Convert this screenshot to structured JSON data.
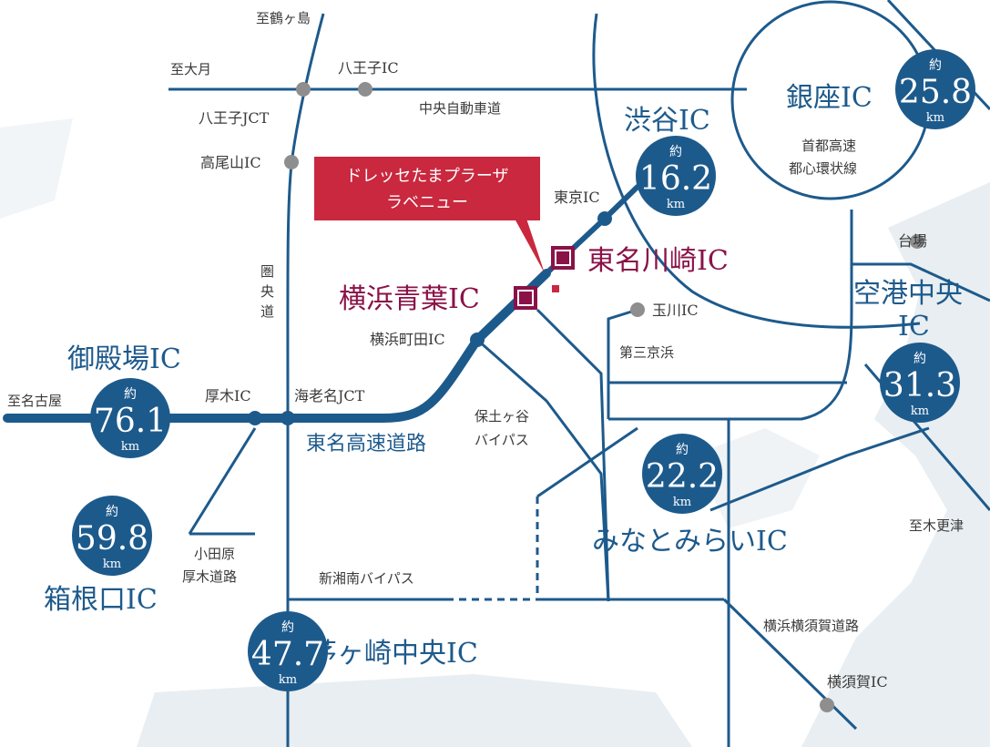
{
  "colors": {
    "road": "#1d5a8c",
    "major_road": "#1d5a8c",
    "interchange": "#8e8e8e",
    "sea": "#e8eef1",
    "label_blue": "#1d5a8c",
    "label_red": "#8a1248",
    "callout_bg": "#c9283f",
    "badge_bg": "#1d5a8c"
  },
  "callout": {
    "line1": "ドレッセたまプラーザ",
    "line2": "ラベニュー"
  },
  "ic_labels": {
    "tsurugashima": "至鶴ヶ島",
    "ootsuki": "至大月",
    "hachioji_ic": "八王子IC",
    "hachioji_jct": "八王子JCT",
    "chuo_expwy": "中央自動車道",
    "takaosan_ic": "高尾山IC",
    "ken_o_line1": "圏",
    "ken_o_line2": "央",
    "ken_o_line3": "道",
    "tokyo_ic": "東京IC",
    "tamagawa_ic": "玉川IC",
    "daisan_keihin": "第三京浜",
    "yokohamamachida_ic": "横浜町田IC",
    "atsugi_ic": "厚木IC",
    "ebina_jct": "海老名JCT",
    "nagoya": "至名古屋",
    "tomei_expwy": "東名高速道路",
    "hodogaya_line1": "保土ヶ谷",
    "hodogaya_line2": "バイパス",
    "odawara_line1": "小田原",
    "odawara_line2": "厚木道路",
    "shinshonan": "新湘南バイパス",
    "yokohama_yokosuka": "横浜横須賀道路",
    "yokosuka_ic": "横須賀IC",
    "kisarazu": "至木更津",
    "daiba": "台場",
    "shuto_line1": "首都高速",
    "shuto_line2": "都心環状線"
  },
  "destinations": {
    "shibuya": "渋谷IC",
    "ginza": "銀座IC",
    "gotemba": "御殿場IC",
    "hakoneguchi": "箱根口IC",
    "chigasaki": "茅ヶ崎中央IC",
    "minatomirai": "みなとみらいIC",
    "kuko_line1": "空港中央",
    "kuko_line2": "IC",
    "yokohama_aoba": "横浜青葉IC",
    "tomei_kawasaki": "東名川崎IC"
  },
  "badges": {
    "prefix": "約",
    "unit": "km",
    "shibuya": "16.2",
    "ginza": "25.8",
    "gotemba": "76.1",
    "hakoneguchi": "59.8",
    "chigasaki": "47.7",
    "minatomirai": "22.2",
    "kuko": "31.3"
  }
}
